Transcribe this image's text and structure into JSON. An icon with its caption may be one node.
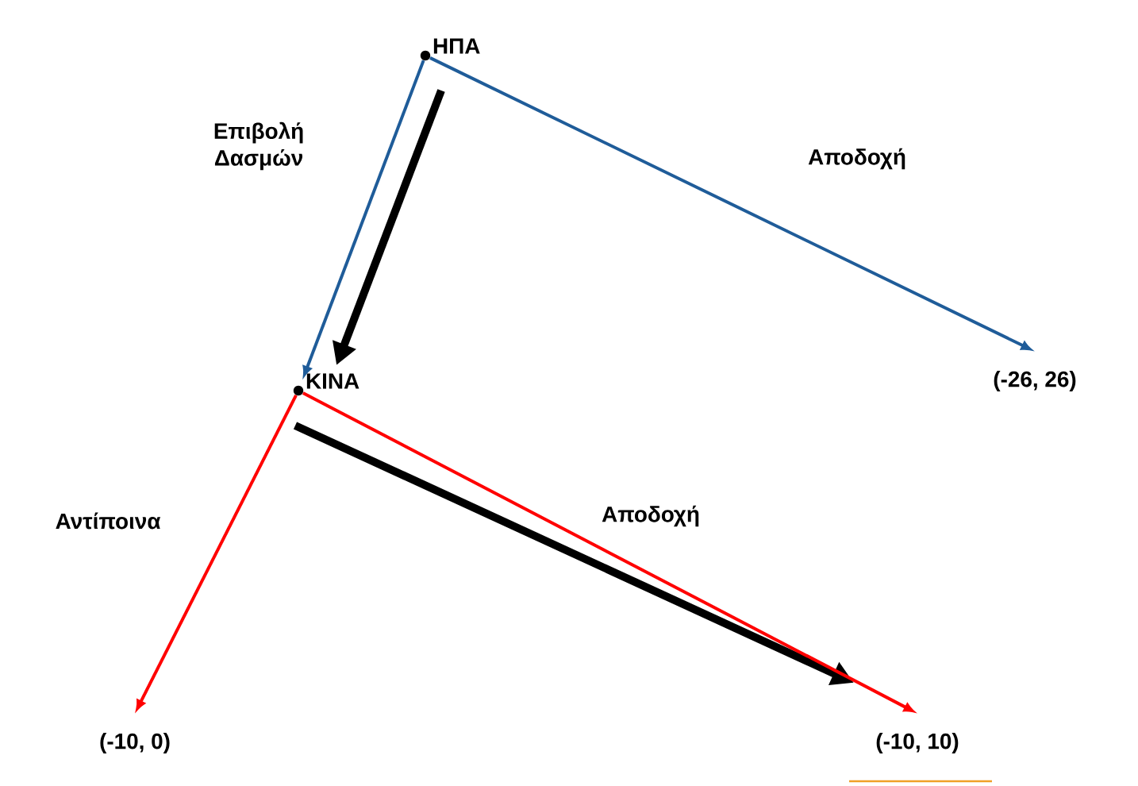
{
  "diagram": {
    "nodes": [
      {
        "text": [
          "ΗΠΑ"
        ]
      },
      {
        "text": [
          "ΚΙΝΑ"
        ]
      },
      {
        "text": [
          "(-26, 26)"
        ]
      },
      {
        "text": [
          "(-10, 0)"
        ]
      },
      {
        "text": [
          "(-10, 10)"
        ]
      }
    ],
    "edges": [
      {
        "from": 0,
        "to": 1,
        "arrow": "to",
        "label": "Επιβολή Δασμών",
        "color": "#1f5c99"
      },
      {
        "from": 0,
        "to": 2,
        "arrow": "to",
        "label": "Αποδοχή",
        "color": "#1f5c99"
      },
      {
        "from": 1,
        "to": 3,
        "arrow": "to",
        "label": "Αντίποινα",
        "color": "#ff0000"
      },
      {
        "from": 1,
        "to": 4,
        "arrow": "to",
        "label": "Αποδοχή",
        "color": "#ff0000"
      }
    ]
  }
}
